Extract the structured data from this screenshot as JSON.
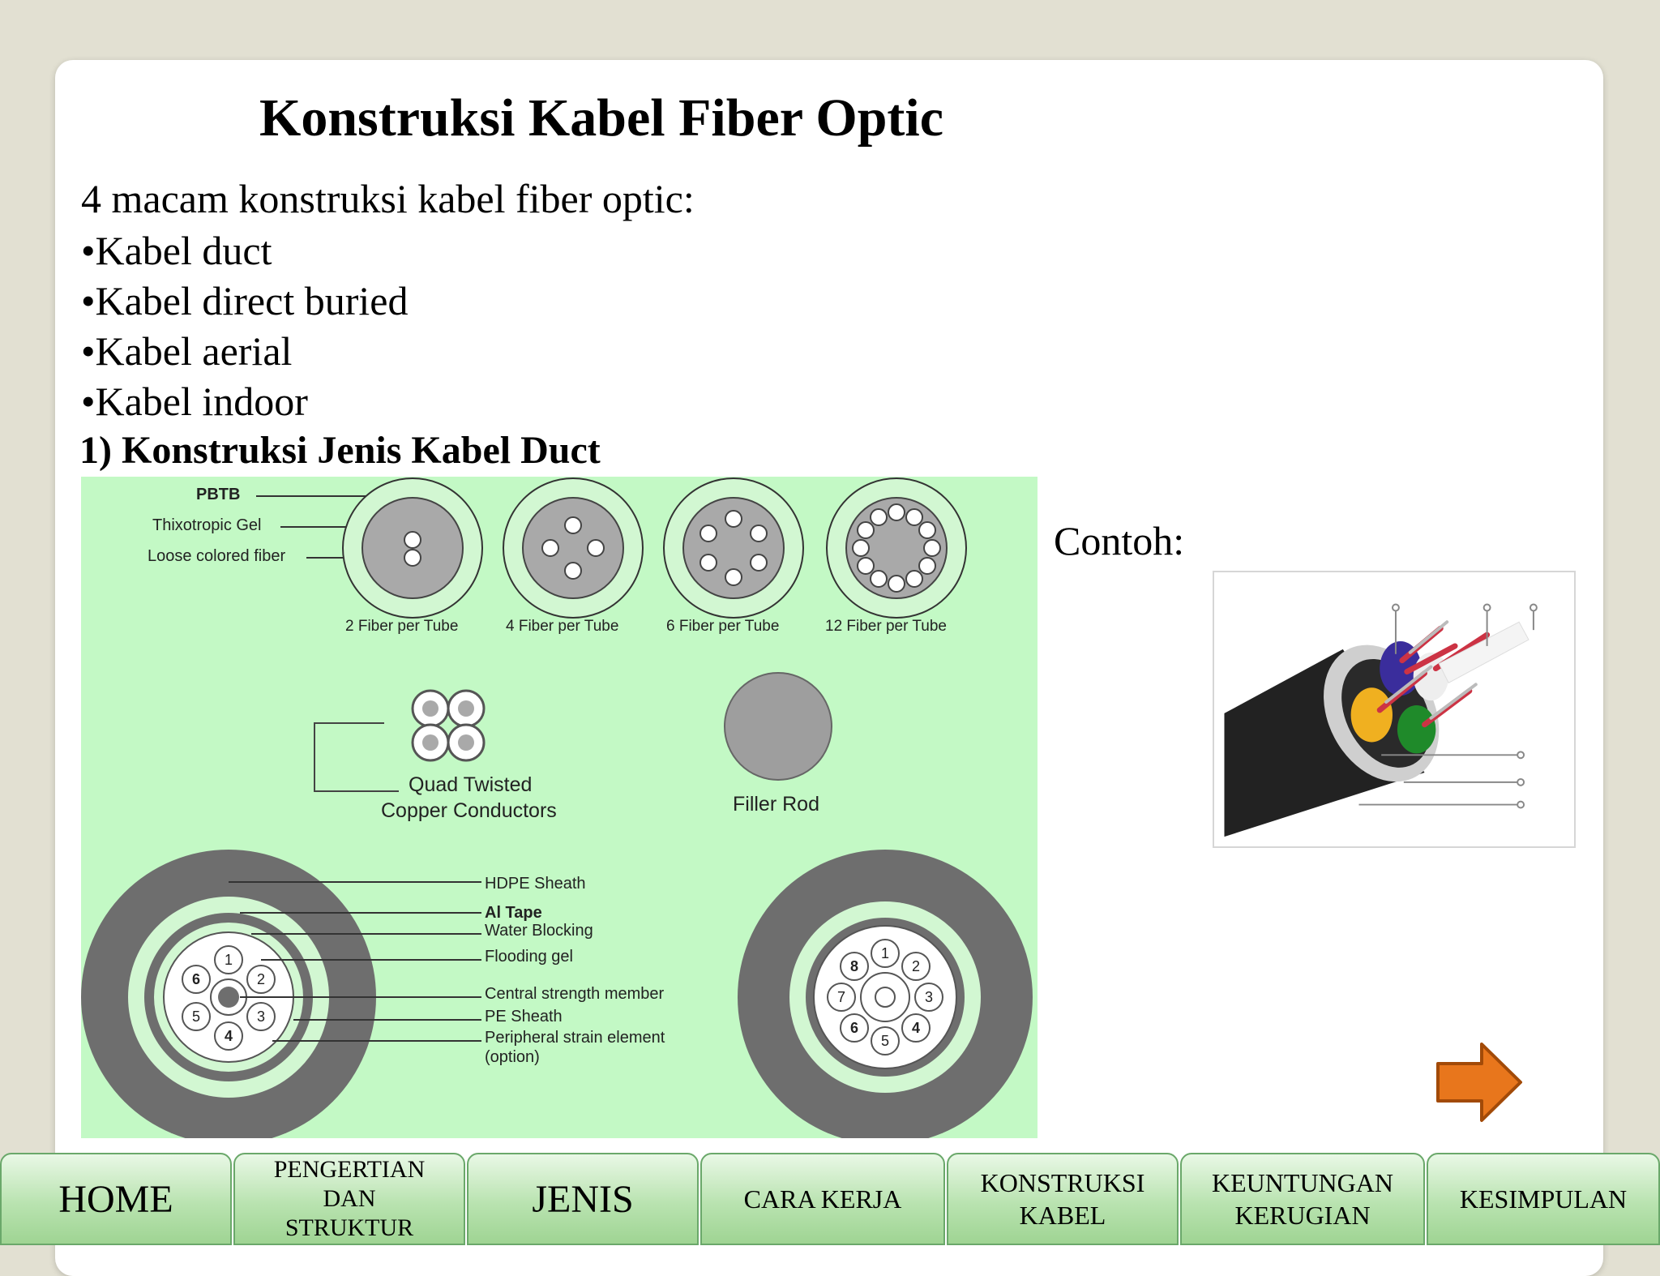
{
  "slide": {
    "title": "Konstruksi Kabel Fiber Optic",
    "intro": "4 macam konstruksi kabel fiber optic:",
    "bullets": [
      "•Kabel duct",
      "•Kabel direct buried",
      "•Kabel aerial",
      "•Kabel indoor"
    ],
    "subheading": "1) Konstruksi Jenis Kabel Duct",
    "contoh": "Contoh:"
  },
  "diagram": {
    "legend_top": [
      "PBTB",
      "Thixotropic Gel",
      "Loose colored fiber"
    ],
    "tube_labels": [
      "2 Fiber per Tube",
      "4 Fiber per Tube",
      "6 Fiber per Tube",
      "12 Fiber per Tube"
    ],
    "quad_label_1": "Quad Twisted",
    "quad_label_2": "Copper Conductors",
    "filler_label": "Filler Rod",
    "sheath_labels": [
      "HDPE  Sheath",
      "Al Tape",
      "Water Blocking",
      "Flooding gel",
      "Central strength member",
      "PE Sheath",
      "Peripheral strain element",
      "(option)"
    ],
    "left_tube_numbers": [
      "1",
      "2",
      "3",
      "4",
      "5",
      "6"
    ],
    "right_tube_numbers": [
      "1",
      "2",
      "3",
      "4",
      "5",
      "6",
      "7",
      "8"
    ]
  },
  "nav": {
    "home": "HOME",
    "pengertian": [
      "PENGERTIAN",
      "DAN",
      "STRUKTUR"
    ],
    "jenis": "JENIS",
    "cara_kerja": "CARA KERJA",
    "konstruksi": [
      "KONSTRUKSI",
      "KABEL"
    ],
    "keuntungan": [
      "KEUNTUNGAN",
      "KERUGIAN"
    ],
    "kesimpulan": "KESIMPULAN"
  },
  "icons": {
    "next": "right-arrow-icon"
  },
  "colors": {
    "background": "#e2e0d2",
    "diagram_bg": "#c3f9c5",
    "arrow": "#e8761c",
    "nav_green": "#9fd493"
  }
}
